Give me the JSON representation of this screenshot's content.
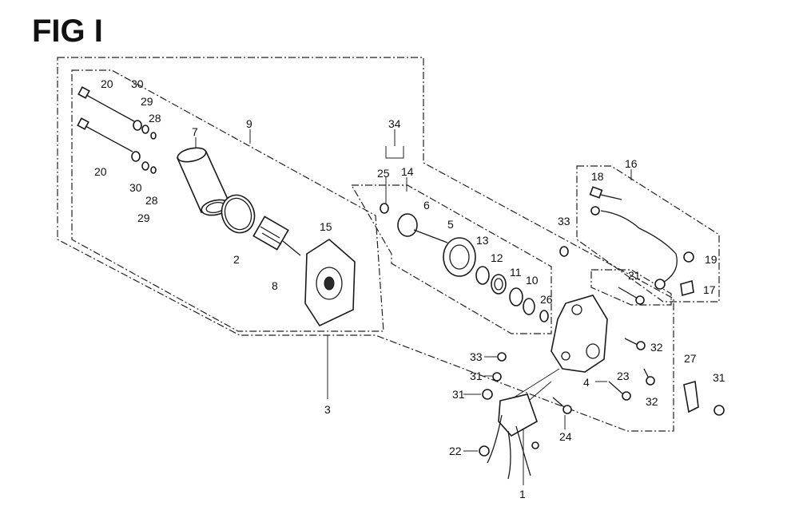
{
  "figure": {
    "title": "FIG I",
    "labels": {
      "p20a": "20",
      "p30a": "30",
      "p29a": "29",
      "p28a": "28",
      "p7": "7",
      "p9": "9",
      "p20b": "20",
      "p30b": "30",
      "p29b": "29",
      "p28b": "28",
      "p2": "2",
      "p8": "8",
      "p15": "15",
      "p3": "3",
      "p34": "34",
      "p25": "25",
      "p14": "14",
      "p6": "6",
      "p5": "5",
      "p13": "13",
      "p12": "12",
      "p11": "11",
      "p10": "10",
      "p26": "26",
      "p33a": "33",
      "p16": "16",
      "p18": "18",
      "p19": "19",
      "p17": "17",
      "p21": "21",
      "p32a": "32",
      "p4": "4",
      "p23": "23",
      "p32b": "32",
      "p27": "27",
      "p31c": "31",
      "p33b": "33",
      "p31a": "31",
      "p31b": "31",
      "p24": "24",
      "p22": "22",
      "p1": "1"
    }
  }
}
